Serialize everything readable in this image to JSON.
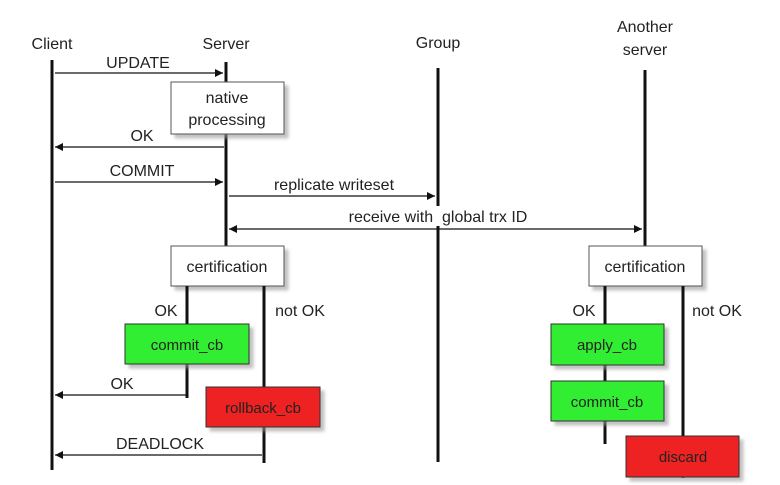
{
  "actors": {
    "client": "Client",
    "server": "Server",
    "group": "Group",
    "another_line1": "Another",
    "another_line2": "server"
  },
  "messages": {
    "update": "UPDATE",
    "ok1": "OK",
    "commit": "COMMIT",
    "replicate": "replicate writeset",
    "receive": "receive with  global trx ID",
    "ok2": "OK",
    "deadlock": "DEADLOCK"
  },
  "boxes": {
    "native_line1": "native",
    "native_line2": "processing",
    "certification_server": "certification",
    "certification_another": "certification",
    "commit_cb_server": "commit_cb",
    "rollback_cb": "rollback_cb",
    "apply_cb": "apply_cb",
    "commit_cb_another": "commit_cb",
    "discard": "discard"
  },
  "branches": {
    "server_ok": "OK",
    "server_not_ok": "not OK",
    "another_ok": "OK",
    "another_not_ok": "not OK"
  },
  "colors": {
    "success": "#33ee33",
    "failure": "#ee2222",
    "neutral": "#ffffff",
    "line": "#111111"
  }
}
